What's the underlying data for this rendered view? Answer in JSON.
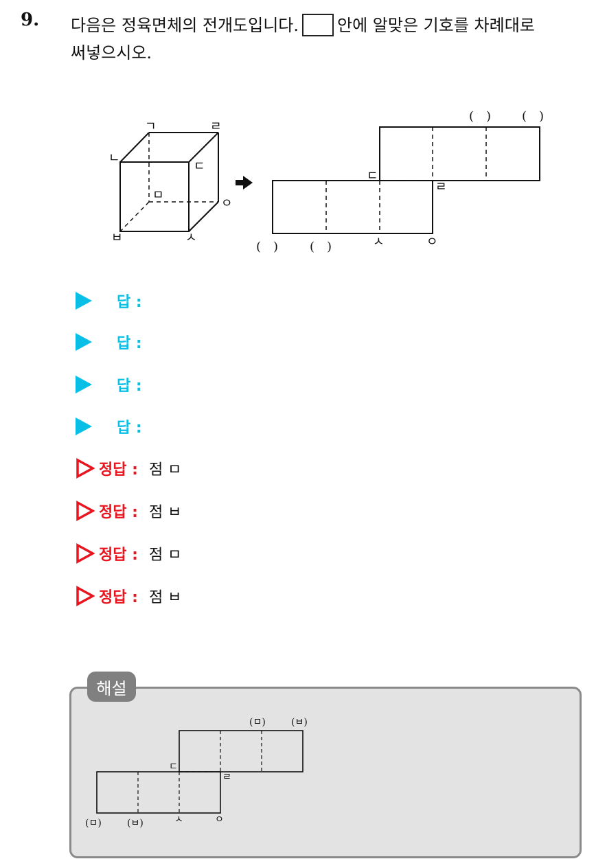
{
  "question": {
    "number": "9.",
    "line1_before": "다음은 정육면체의 전개도입니다.",
    "line1_after": "안에 알맞은 기호를 차례대로",
    "line2": "써넣으시오."
  },
  "figure": {
    "cube_labels": {
      "g": "ㄱ",
      "r": "ㄹ",
      "n": "ㄴ",
      "d": "ㄷ",
      "m": "ㅁ",
      "o": "ㅇ",
      "b": "ㅂ",
      "s": "ㅅ"
    },
    "net_labels": {
      "blank": "(　)",
      "d": "ㄷ",
      "r": "ㄹ",
      "s": "ㅅ",
      "o": "ㅇ"
    },
    "arrow_icon": "right-arrow-icon"
  },
  "answers": [
    {
      "label": "답 :"
    },
    {
      "label": "답 :"
    },
    {
      "label": "답 :"
    },
    {
      "label": "답 :"
    }
  ],
  "correct": [
    {
      "label": "정답 :",
      "value": "점 ㅁ"
    },
    {
      "label": "정답 :",
      "value": "점 ㅂ"
    },
    {
      "label": "정답 :",
      "value": "점 ㅁ"
    },
    {
      "label": "정답 :",
      "value": "점 ㅂ"
    }
  ],
  "solution": {
    "tab": "해설",
    "net_labels": {
      "m": "(ㅁ)",
      "b": "(ㅂ)",
      "d": "ㄷ",
      "r": "ㄹ",
      "s": "ㅅ",
      "o": "ㅇ"
    }
  },
  "colors": {
    "answer_accent": "#0abfe6",
    "correct_accent": "#e8141e",
    "solution_bg": "#e3e3e3",
    "solution_tab": "#808080"
  }
}
